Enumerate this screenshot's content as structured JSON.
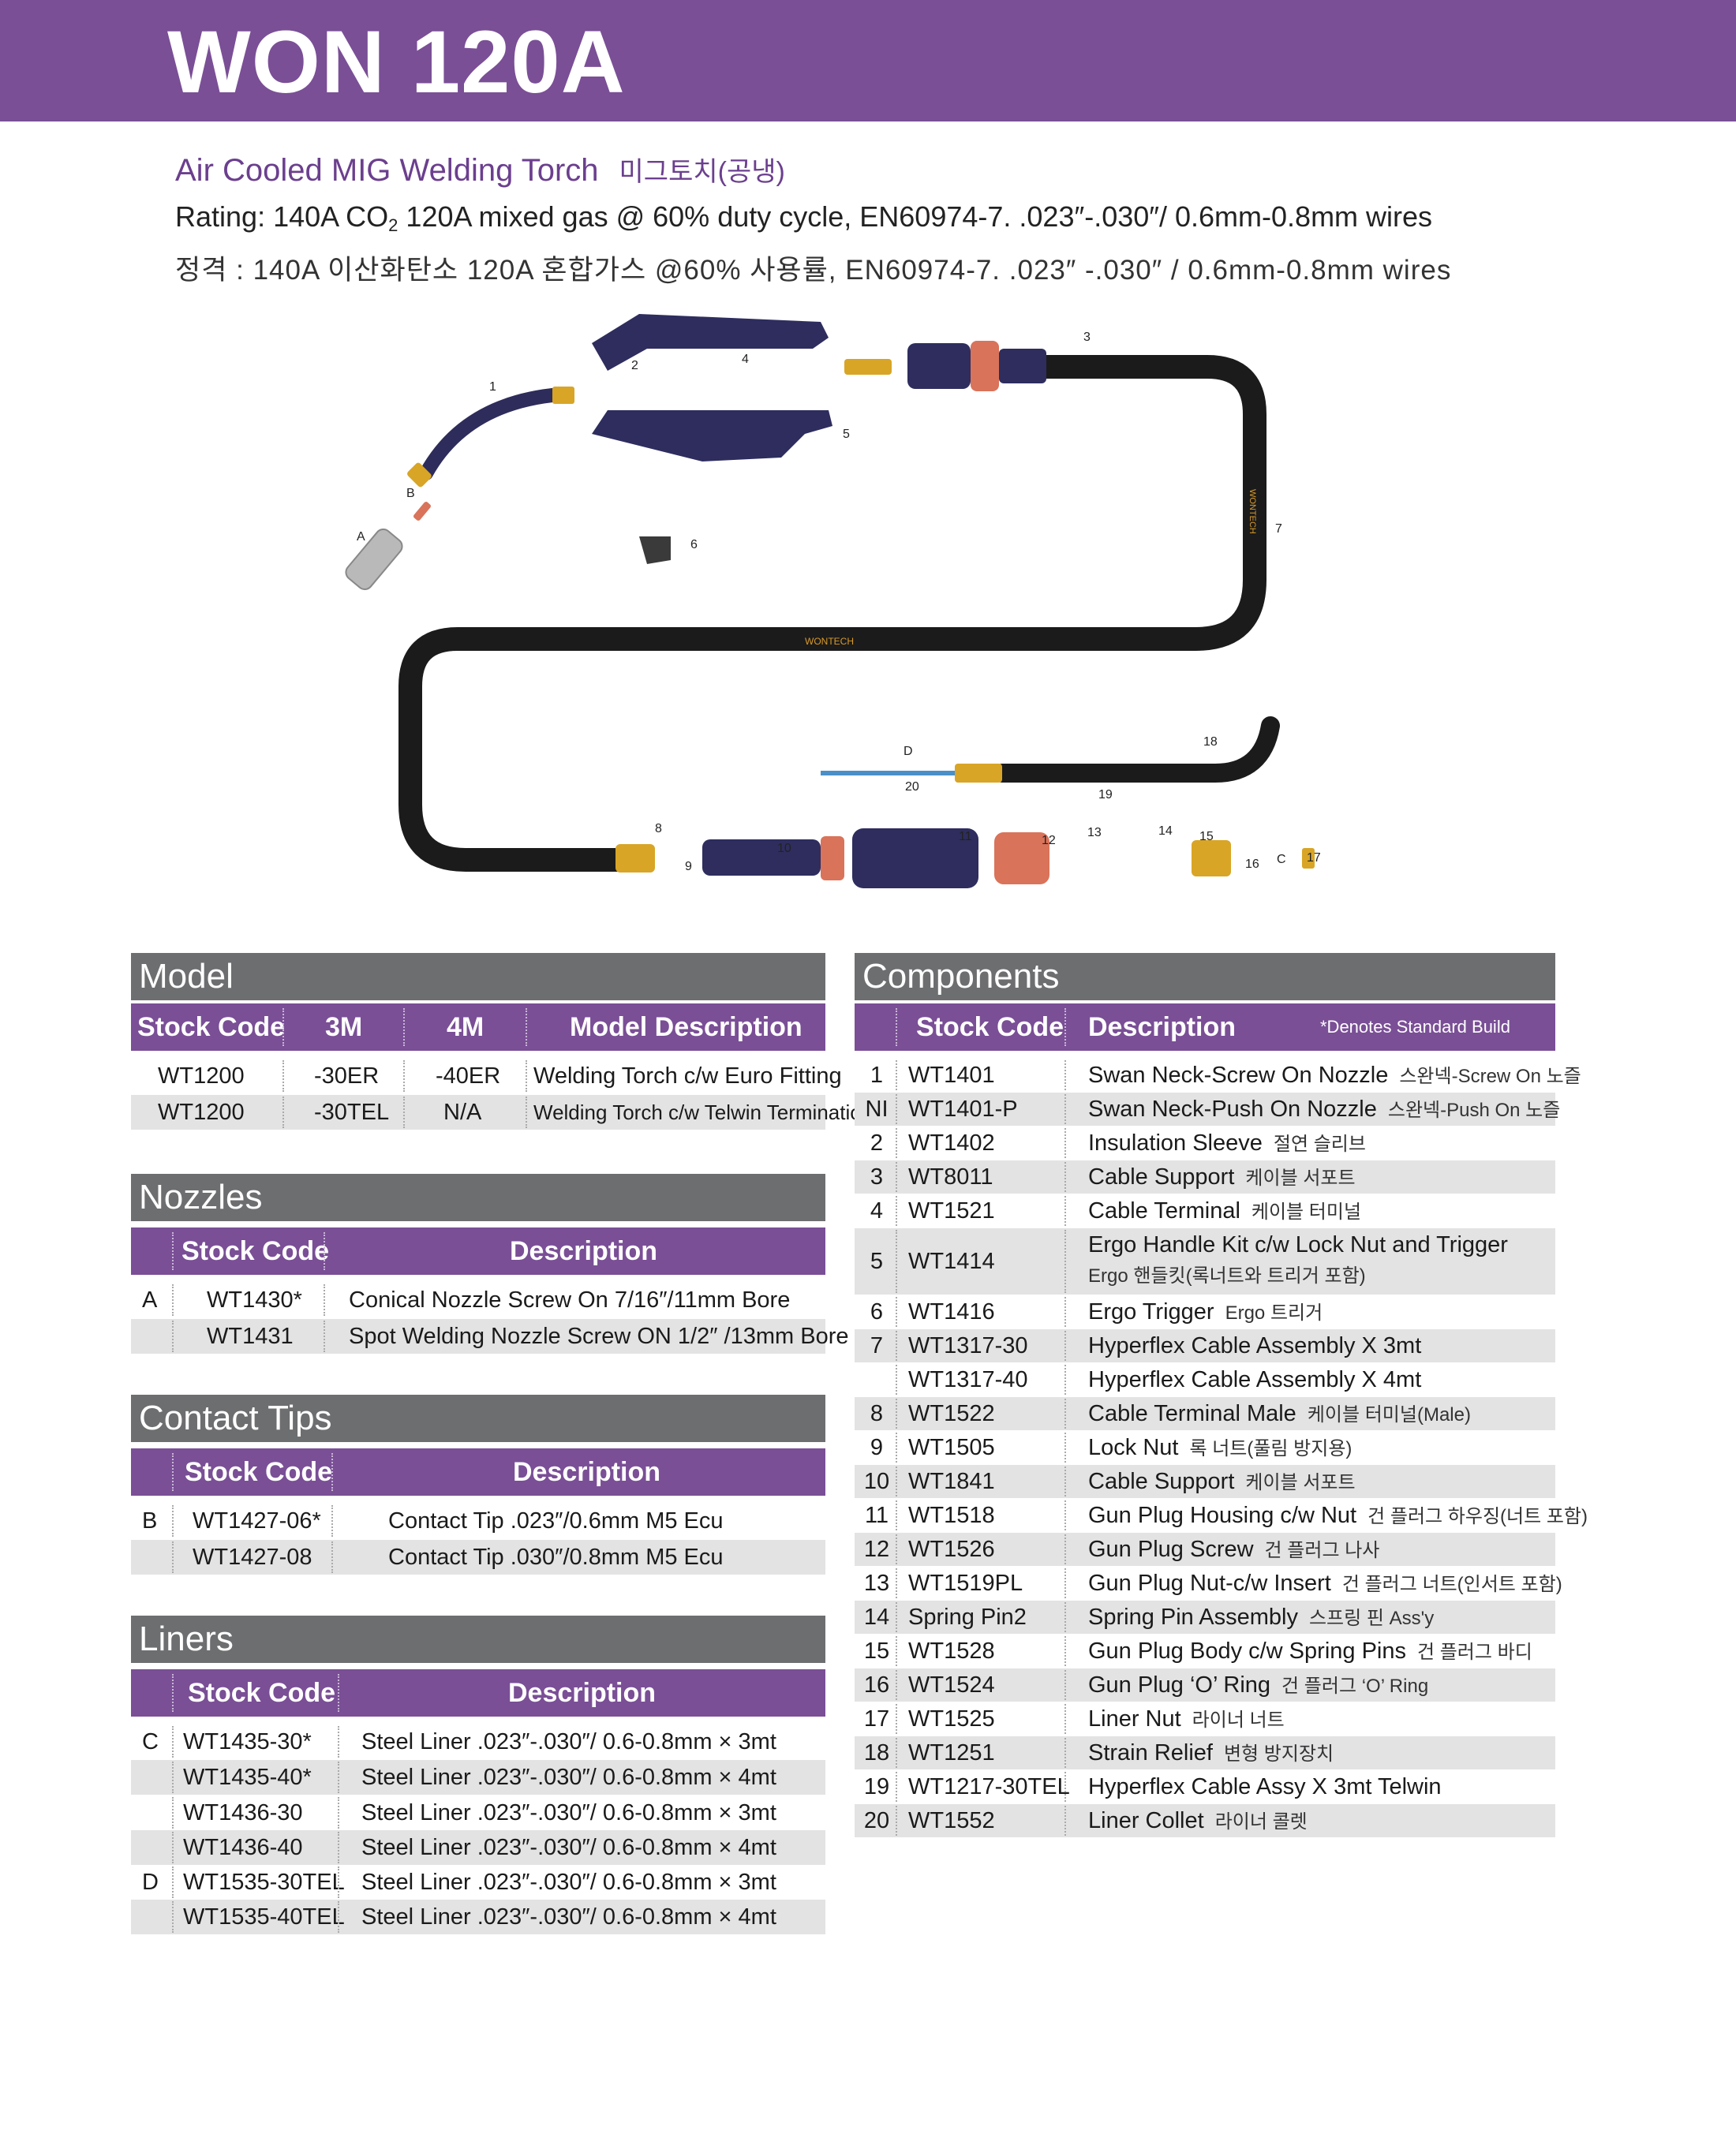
{
  "header": {
    "title": "WON 120A"
  },
  "subtitle": {
    "en": "Air Cooled MIG Welding Torch",
    "kr": "미그토치(공냉)"
  },
  "rating": {
    "en_pre": "Rating: 140A CO",
    "en_sub": "2",
    "en_post": " 120A mixed gas @ 60% duty cycle, EN60974-7. .023″-.030″/ 0.6mm-0.8mm wires",
    "kr": "정격 : 140A 이산화탄소 120A 혼합가스 @60% 사용률, EN60974-7. .023″ -.030″ / 0.6mm-0.8mm wires"
  },
  "diagram": {
    "labels": [
      "1",
      "2",
      "3",
      "4",
      "5",
      "6",
      "7",
      "8",
      "9",
      "10",
      "11",
      "12",
      "13",
      "14",
      "15",
      "16",
      "17",
      "18",
      "19",
      "20",
      "A",
      "B",
      "C",
      "D"
    ],
    "cable_print": "WONTECH"
  },
  "model": {
    "title": "Model",
    "headers": [
      "Stock Code",
      "3M",
      "4M",
      "Model Description"
    ],
    "rows": [
      [
        "WT1200",
        "-30ER",
        "-40ER",
        "Welding Torch c/w Euro Fitting"
      ],
      [
        "WT1200",
        "-30TEL",
        "N/A",
        "Welding Torch c/w Telwin Termination"
      ]
    ]
  },
  "nozzles": {
    "title": "Nozzles",
    "headers": [
      "Stock Code",
      "Description"
    ],
    "rows": [
      [
        "A",
        "WT1430*",
        "Conical Nozzle Screw On 7/16″/11mm Bore"
      ],
      [
        "",
        "WT1431",
        "Spot Welding Nozzle Screw ON 1/2″ /13mm Bore"
      ]
    ]
  },
  "tips": {
    "title": "Contact Tips",
    "headers": [
      "Stock Code",
      "Description"
    ],
    "rows": [
      [
        "B",
        "WT1427-06*",
        "Contact Tip .023″/0.6mm M5 Ecu"
      ],
      [
        "",
        "WT1427-08",
        "Contact Tip .030″/0.8mm M5 Ecu"
      ]
    ]
  },
  "liners": {
    "title": "Liners",
    "headers": [
      "Stock Code",
      "Description"
    ],
    "rows": [
      [
        "C",
        "WT1435-30*",
        "Steel Liner .023″-.030″/ 0.6-0.8mm × 3mt"
      ],
      [
        "",
        "WT1435-40*",
        "Steel Liner .023″-.030″/ 0.6-0.8mm × 4mt"
      ],
      [
        "",
        "WT1436-30",
        "Steel Liner .023″-.030″/ 0.6-0.8mm × 3mt"
      ],
      [
        "",
        "WT1436-40",
        "Steel Liner .023″-.030″/ 0.6-0.8mm × 4mt"
      ],
      [
        "D",
        "WT1535-30TEL",
        "Steel Liner .023″-.030″/ 0.6-0.8mm × 3mt"
      ],
      [
        "",
        "WT1535-40TEL",
        "Steel Liner .023″-.030″/ 0.6-0.8mm × 4mt"
      ]
    ]
  },
  "components": {
    "title": "Components",
    "headers": [
      "Stock Code",
      "Description"
    ],
    "note": "*Denotes Standard Build",
    "rows": [
      {
        "no": "1",
        "code": "WT1401",
        "desc": "Swan Neck-Screw On Nozzle",
        "kr": "스완넥-Screw On 노즐"
      },
      {
        "no": "NI",
        "code": "WT1401-P",
        "desc": "Swan Neck-Push On Nozzle",
        "kr": "스완넥-Push On 노즐"
      },
      {
        "no": "2",
        "code": "WT1402",
        "desc": "Insulation Sleeve",
        "kr": "절연 슬리브"
      },
      {
        "no": "3",
        "code": "WT8011",
        "desc": "Cable Support",
        "kr": "케이블 서포트"
      },
      {
        "no": "4",
        "code": "WT1521",
        "desc": "Cable Terminal",
        "kr": "케이블 터미널"
      },
      {
        "no": "5",
        "code": "WT1414",
        "desc": "Ergo Handle Kit c/w Lock Nut and Trigger",
        "kr": "Ergo 핸들킷(록너트와 트리거 포함)"
      },
      {
        "no": "6",
        "code": "WT1416",
        "desc": "Ergo Trigger",
        "kr": "Ergo 트리거"
      },
      {
        "no": "7",
        "code": "WT1317-30",
        "desc": "Hyperflex Cable Assembly X 3mt",
        "kr": ""
      },
      {
        "no": "",
        "code": "WT1317-40",
        "desc": "Hyperflex Cable Assembly X 4mt",
        "kr": ""
      },
      {
        "no": "8",
        "code": "WT1522",
        "desc": "Cable Terminal Male",
        "kr": "케이블 터미널(Male)"
      },
      {
        "no": "9",
        "code": "WT1505",
        "desc": "Lock Nut",
        "kr": "록 너트(풀림 방지용)"
      },
      {
        "no": "10",
        "code": "WT1841",
        "desc": "Cable Support",
        "kr": "케이블 서포트"
      },
      {
        "no": "11",
        "code": "WT1518",
        "desc": "Gun Plug Housing c/w Nut",
        "kr": "건 플러그 하우징(너트 포함)"
      },
      {
        "no": "12",
        "code": "WT1526",
        "desc": "Gun Plug Screw",
        "kr": "건 플러그 나사"
      },
      {
        "no": "13",
        "code": "WT1519PL",
        "desc": "Gun Plug Nut-c/w Insert",
        "kr": "건 플러그 너트(인서트 포함)"
      },
      {
        "no": "14",
        "code": "Spring Pin2",
        "desc": "Spring Pin Assembly",
        "kr": "스프링 핀 Ass'y"
      },
      {
        "no": "15",
        "code": "WT1528",
        "desc": "Gun Plug Body c/w Spring Pins",
        "kr": "건 플러그 바디"
      },
      {
        "no": "16",
        "code": "WT1524",
        "desc": "Gun Plug ‘O’ Ring",
        "kr": "건 플러그 ‘O’ Ring"
      },
      {
        "no": "17",
        "code": "WT1525",
        "desc": "Liner Nut",
        "kr": "라이너 너트"
      },
      {
        "no": "18",
        "code": "WT1251",
        "desc": "Strain Relief",
        "kr": "변형 방지장치"
      },
      {
        "no": "19",
        "code": "WT1217-30TEL",
        "desc": "Hyperflex Cable Assy X  3mt Telwin",
        "kr": ""
      },
      {
        "no": "20",
        "code": "WT1552",
        "desc": "Liner Collet",
        "kr": "라이너 콜렛"
      }
    ]
  },
  "colors": {
    "purple": "#7a4f96",
    "grey_bar": "#6d6e70",
    "row_shade": "#e3e3e4",
    "handle": "#2e2d5e",
    "cable": "#1b1b1b",
    "brass": "#d8a526",
    "copper": "#d9735a"
  }
}
